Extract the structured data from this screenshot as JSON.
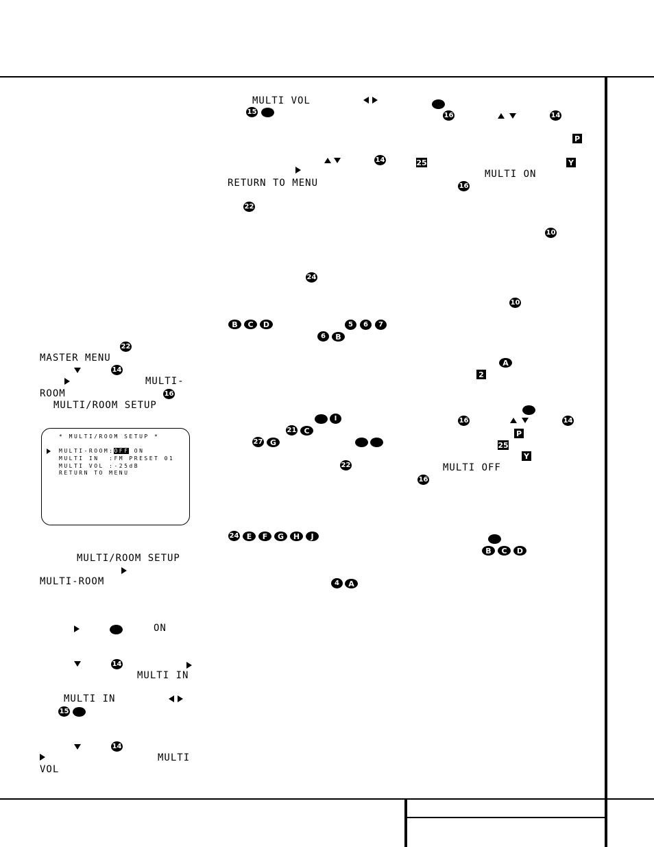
{
  "left_column": {
    "master_menu": "MASTER MENU",
    "multi_dash": "MULTI-",
    "room": "ROOM",
    "multi_room_setup": "MULTI/ROOM SETUP",
    "multi_room_setup_2": "MULTI/ROOM SETUP",
    "multi_room": "MULTI-ROOM",
    "on": "ON",
    "multi_in": "MULTI IN",
    "multi_in_2": "MULTI IN",
    "multi": "MULTI",
    "vol": "VOL"
  },
  "osd": {
    "title": "* MULTI/ROOM SETUP *",
    "row1_label": "MULTI-ROOM:",
    "row1_selected": "OFF",
    "row1_other": " ON",
    "row2": "MULTI IN  :FM PRESET 01",
    "row3": "MULTI VOL :-25dB",
    "row4": "RETURN TO MENU"
  },
  "middle_column": {
    "multi_vol": "MULTI VOL",
    "return_to_menu": "RETURN TO MENU"
  },
  "right_column": {
    "multi_on": "MULTI ON",
    "multi_off": "MULTI OFF"
  },
  "badges": {
    "n2": "2",
    "n4": "4",
    "n5": "5",
    "n6": "6",
    "n7": "7",
    "n10": "10",
    "n14": "14",
    "n15": "15",
    "n16": "16",
    "n21": "21",
    "n22": "22",
    "n24": "24",
    "n25": "25",
    "n27": "27",
    "A": "A",
    "B": "B",
    "C": "C",
    "D": "D",
    "E": "E",
    "F": "F",
    "G": "G",
    "H": "H",
    "I": "I",
    "J": "J",
    "P": "P",
    "Y": "Y"
  }
}
